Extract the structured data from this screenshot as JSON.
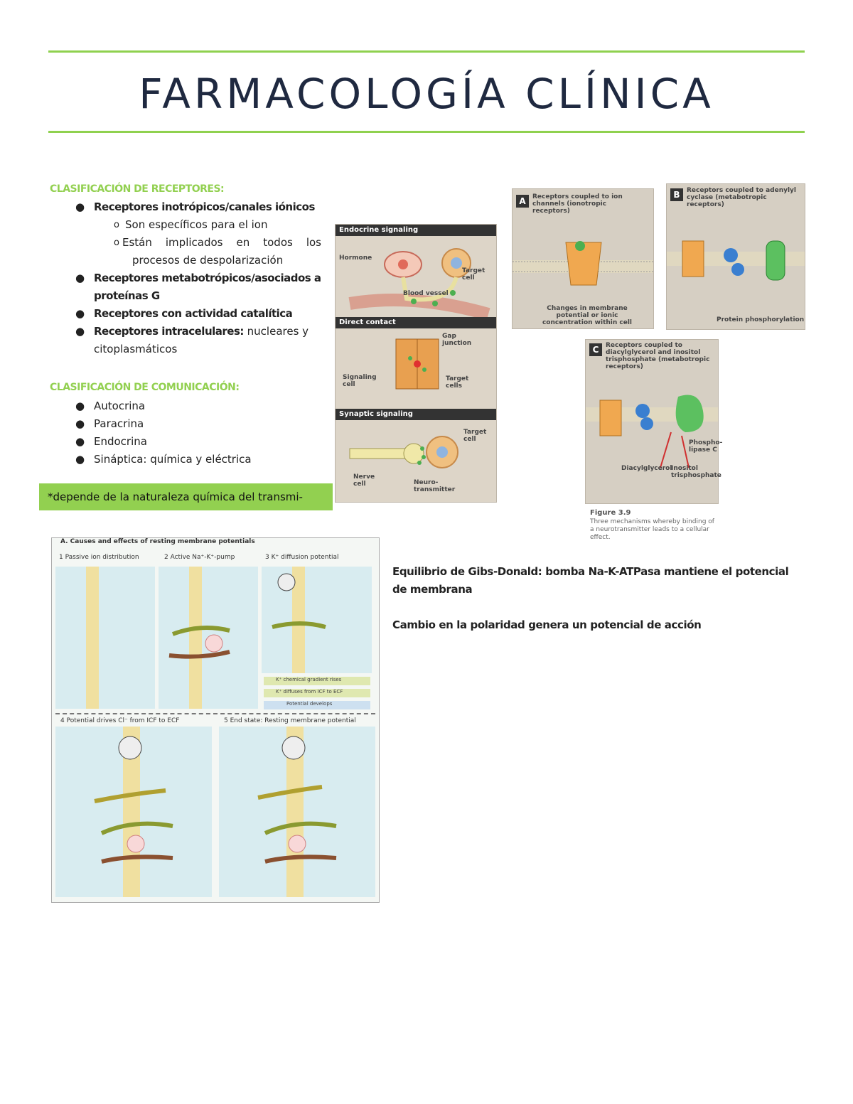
{
  "title": "FARMACOLOGÍA CLÍNICA",
  "receptors": {
    "heading": "CLASIFICACIÓN DE RECEPTORES:",
    "items": [
      {
        "label": "Receptores inotrópicos/canales iónicos",
        "rest": ""
      },
      {
        "label": "Receptores metabotrópicos/asociados a proteínas G",
        "rest": ""
      },
      {
        "label": "Receptores con actividad catalítica",
        "rest": ""
      },
      {
        "label": "Receptores intracelulares:",
        "rest": " nucleares y citoplasmáticos"
      }
    ],
    "subitems": [
      "Son específicos para el ion",
      "Están implicados en todos los procesos de despolarización"
    ]
  },
  "communication": {
    "heading": "CLASIFICACIÓN DE COMUNICACIÓN:",
    "items": [
      "Autocrina",
      "Paracrina",
      "Endocrina",
      "Sináptica: química y eléctrica"
    ]
  },
  "note": "*depende de la naturaleza química del transmi-",
  "figure_signaling": {
    "panels": [
      "Endocrine signaling",
      "Direct contact",
      "Synaptic signaling"
    ],
    "labels": [
      "Hormone",
      "Target cell",
      "Blood vessel",
      "Gap junction",
      "Signaling cell",
      "Target cells",
      "Nerve cell",
      "Neuro-transmitter",
      "Target cell"
    ]
  },
  "figure_receptors": {
    "a_title": "Receptors coupled to ion channels (ionotropic receptors)",
    "a_caption": "Changes in membrane potential or ionic concentration within cell",
    "b_title": "Receptors coupled to adenylyl cyclase (metabotropic receptors)",
    "b_caption": "Protein phosphorylation",
    "c_title": "Receptors coupled to diacylglycerol and inositol trisphosphate (metabotropic receptors)",
    "c_labels": [
      "Diacylglycerol",
      "Inositol trisphosphate",
      "Phospho-lipase C"
    ],
    "letters": [
      "A",
      "B",
      "C"
    ],
    "fig_label": "Figure 3.9",
    "fig_caption": "Three mechanisms whereby binding of a neurotransmitter leads to a cellular effect."
  },
  "figure_membrane": {
    "title": "A. Causes and effects of resting membrane potentials",
    "panels": [
      "1 Passive ion distribution",
      "2 Active Na⁺-K⁺-pump",
      "3 K⁺ diffusion potential",
      "4 Potential drives Cl⁻ from ICF to ECF",
      "5 End state: Resting membrane potential"
    ],
    "steps": [
      "K⁺ chemical gradient rises",
      "K⁺ diffuses from ICF to ECF",
      "Potential develops"
    ]
  },
  "right_text": {
    "line1": "Equilibrio de Gibs-Donald: bomba Na-K-ATPasa mantiene el potencial de membrana",
    "line2": "Cambio en la polaridad genera un potencial de acción"
  }
}
